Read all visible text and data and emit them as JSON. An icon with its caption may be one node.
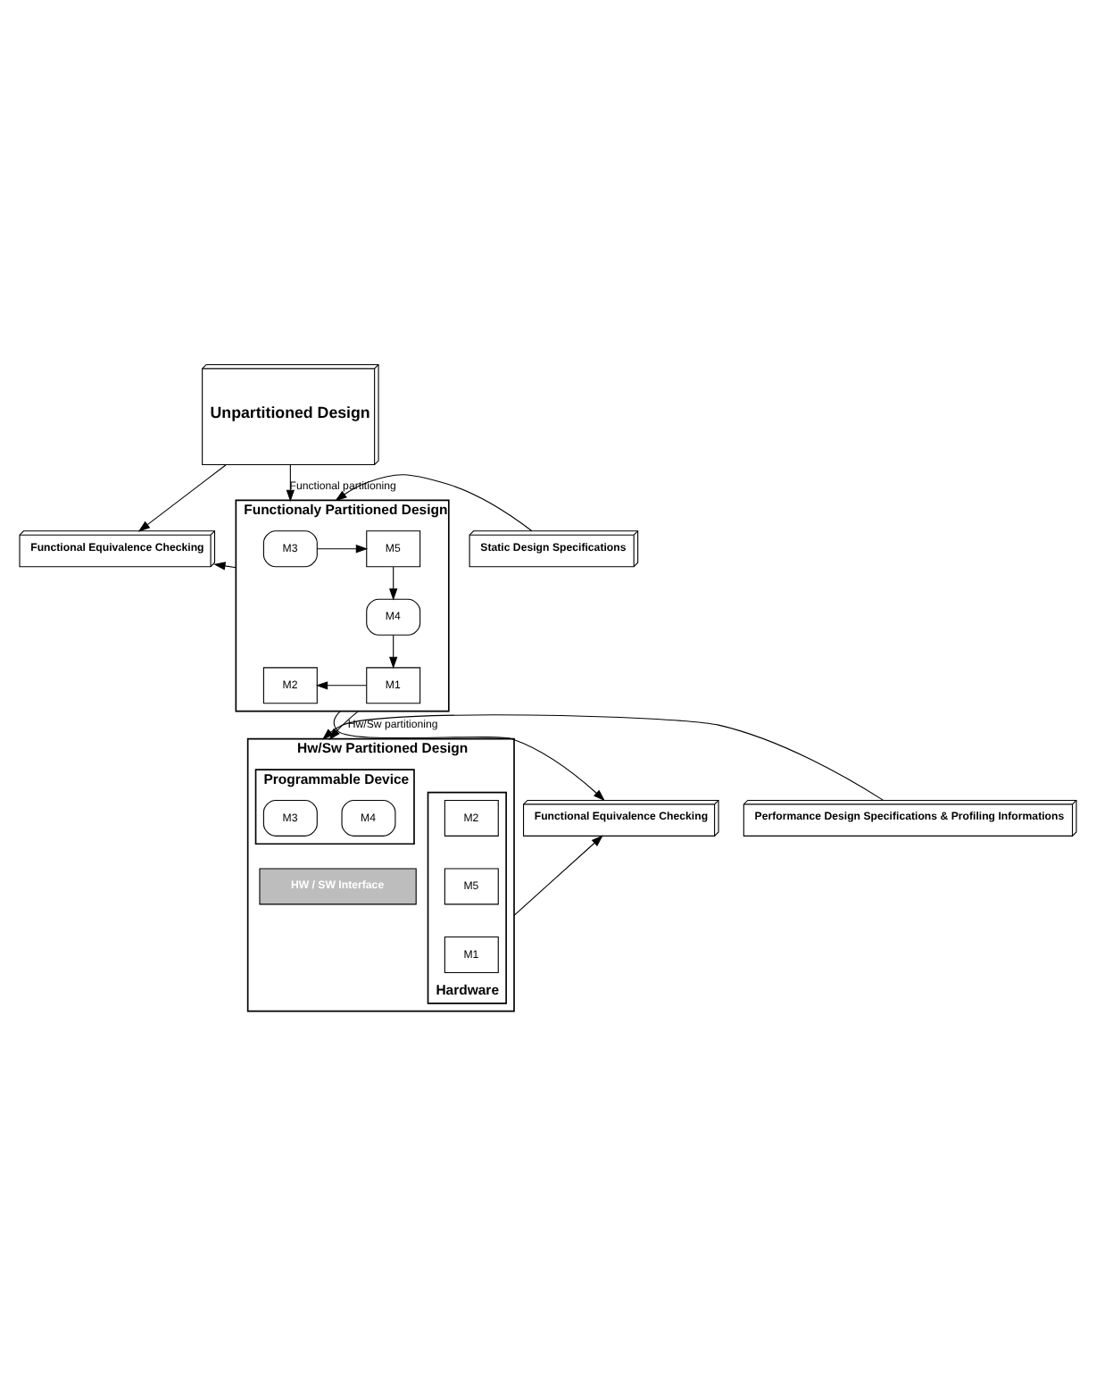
{
  "diagram": {
    "nodes": [
      {
        "text": [
          "Unpartitioned Design"
        ]
      },
      {
        "text": [
          "Functional Equivalence Checking"
        ]
      },
      {
        "text": [
          "Static Design Specifications"
        ]
      },
      {
        "text": [
          "Functionaly Partitioned Design"
        ]
      },
      {
        "text": [
          "M3"
        ],
        "in": 3
      },
      {
        "text": [
          "M5"
        ],
        "in": 3
      },
      {
        "text": [
          "M4"
        ],
        "in": 3
      },
      {
        "text": [
          "M2"
        ],
        "in": 3
      },
      {
        "text": [
          "M1"
        ],
        "in": 3
      },
      {
        "text": [
          "Performance Design Specifications & Profiling Informations"
        ]
      },
      {
        "text": [
          "Functional Equivalence Checking"
        ]
      },
      {
        "text": [
          "Hw/Sw Partitioned Design"
        ]
      },
      {
        "text": [
          "Programmable Device"
        ],
        "in": 11
      },
      {
        "text": [
          "M3"
        ],
        "in": 12
      },
      {
        "text": [
          "M4"
        ],
        "in": 12
      },
      {
        "text": [
          "HW / SW Interface"
        ],
        "in": 11
      },
      {
        "text": [
          "Hardware"
        ],
        "in": 11
      },
      {
        "text": [
          "M2"
        ],
        "in": 16
      },
      {
        "text": [
          "M5"
        ],
        "in": 16
      },
      {
        "text": [
          "M1"
        ],
        "in": 16
      }
    ],
    "edges": [
      {
        "from": 0,
        "to": 1,
        "arrow": "to"
      },
      {
        "from": 0,
        "to": 3,
        "arrow": "to",
        "label": "Functional partitioning"
      },
      {
        "from": 2,
        "to": 3,
        "arrow": "to"
      },
      {
        "from": 3,
        "to": 1,
        "arrow": "to"
      },
      {
        "from": 4,
        "to": 5,
        "arrow": "to"
      },
      {
        "from": 5,
        "to": 6,
        "arrow": "to"
      },
      {
        "from": 6,
        "to": 8,
        "arrow": "to"
      },
      {
        "from": 8,
        "to": 7,
        "arrow": "to"
      },
      {
        "from": 3,
        "to": 10,
        "arrow": "to"
      },
      {
        "from": 3,
        "to": 11,
        "arrow": "to",
        "label": "Hw/Sw partitioning"
      },
      {
        "from": 9,
        "to": 11,
        "arrow": "to"
      },
      {
        "from": 11,
        "to": 10,
        "arrow": "to"
      }
    ]
  }
}
